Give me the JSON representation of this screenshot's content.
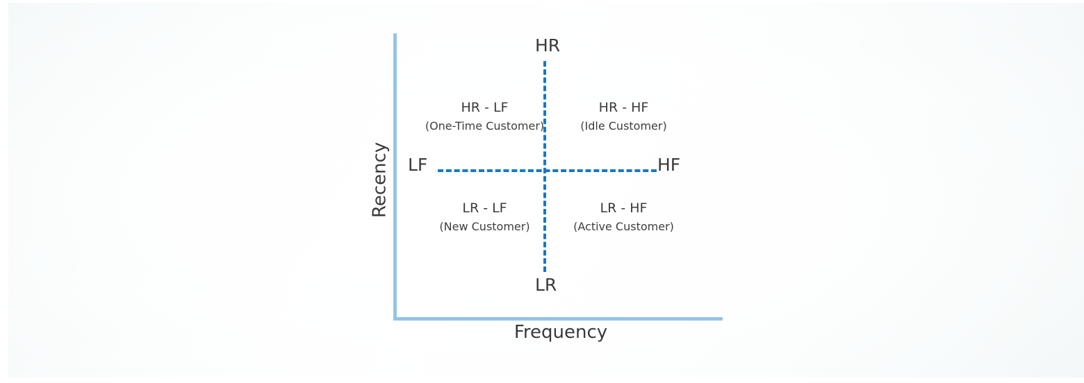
{
  "diagram": {
    "type": "rfm-quadrant-matrix",
    "axes": {
      "x_label": "Frequency",
      "y_label": "Recency"
    },
    "poles": {
      "top": "HR",
      "bottom": "LR",
      "left": "LF",
      "right": "HF"
    },
    "quadrants": [
      {
        "position": "top-left",
        "code": "HR - LF",
        "description": "(One-Time Customer)"
      },
      {
        "position": "top-right",
        "code": "HR - HF",
        "description": "(Idle Customer)"
      },
      {
        "position": "bottom-left",
        "code": "LR - LF",
        "description": "(New Customer)"
      },
      {
        "position": "bottom-right",
        "code": "LR - HF",
        "description": "(Active Customer)"
      }
    ],
    "colors": {
      "axis_line": "#96c4e3",
      "divider_dash": "#1379c6",
      "text": "#3b3b3b",
      "background_center": "#ffffff",
      "background_edge": "#e3edee"
    }
  }
}
